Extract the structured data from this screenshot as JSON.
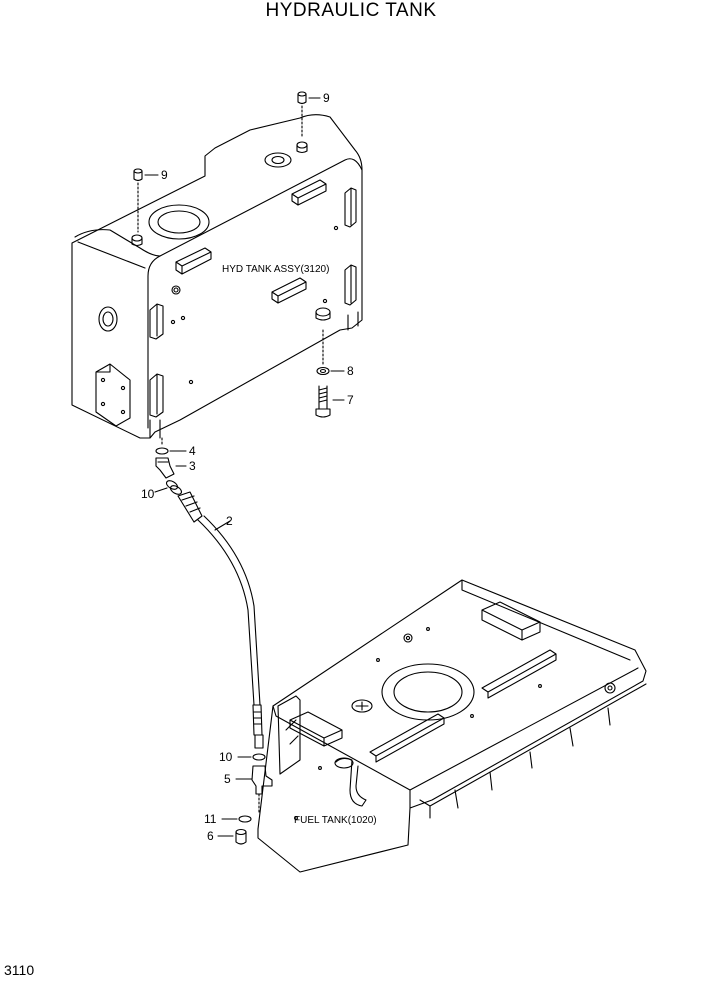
{
  "title": "HYDRAULIC TANK",
  "page_number": "3110",
  "labels": {
    "hyd_tank": "HYD TANK ASSY(3120)",
    "fuel_tank": "FUEL TANK(1020)"
  },
  "callouts": {
    "c9a": "9",
    "c9b": "9",
    "c8": "8",
    "c7": "7",
    "c4": "4",
    "c3": "3",
    "c10a": "10",
    "c2": "2",
    "c10b": "10",
    "c5": "5",
    "c11": "11",
    "c6": "6"
  }
}
